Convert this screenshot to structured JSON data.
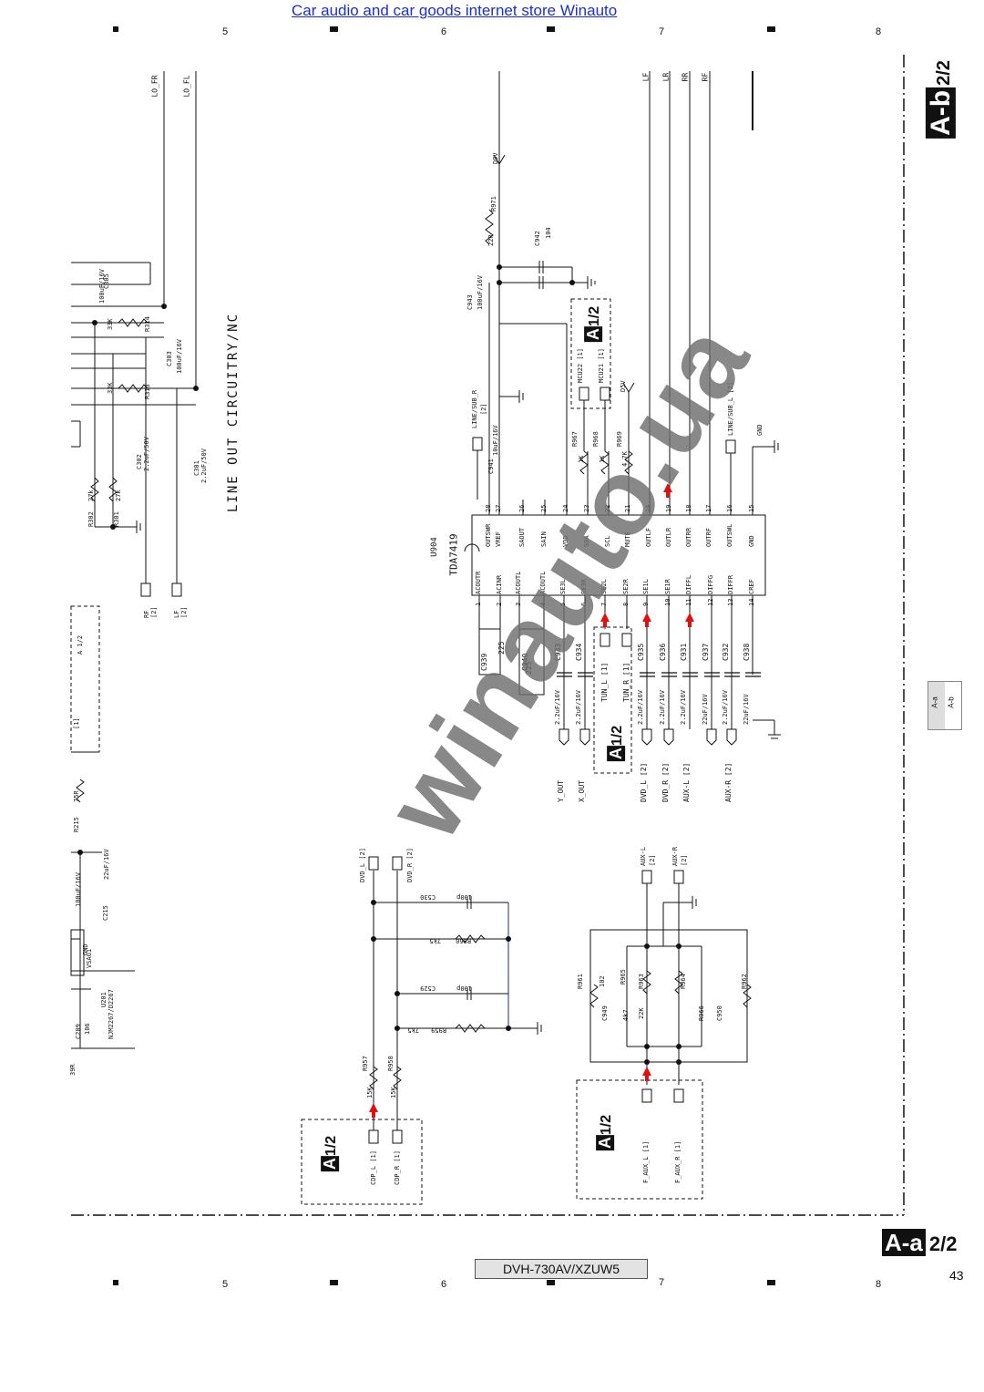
{
  "header": {
    "store_link": "Car audio and car goods internet store Winauto"
  },
  "column_numbers": [
    "5",
    "6",
    "7",
    "8"
  ],
  "footer": {
    "model": "DVH-730AV/XZUW5",
    "page_number": "43"
  },
  "section_labels": {
    "ab": "A-b",
    "ab_frac": "2/2",
    "aa": "A-a",
    "aa_frac": "2/2",
    "a12": "A",
    "a12_frac": "1/2",
    "small_a": "A-a",
    "small_b": "A-b"
  },
  "watermark": "winauto.ua",
  "schematic": {
    "title": "LINE OUT CIRCUITRY/NC",
    "ic": {
      "ref": "U904",
      "part": "TDA7419",
      "left_pins": [
        {
          "n": "1",
          "name": "ACOUTR"
        },
        {
          "n": "2",
          "name": "ACINR"
        },
        {
          "n": "3",
          "name": "ACOUTL"
        },
        {
          "n": "4",
          "name": "ACOUTL"
        },
        {
          "n": "5",
          "name": "SE3L"
        },
        {
          "n": "6",
          "name": "SE3R"
        },
        {
          "n": "7",
          "name": "SE2L"
        },
        {
          "n": "8",
          "name": "SE2R"
        },
        {
          "n": "9",
          "name": "SE1L"
        },
        {
          "n": "10",
          "name": "SE1R"
        },
        {
          "n": "11",
          "name": "DIFFL"
        },
        {
          "n": "12",
          "name": "DIFFG"
        },
        {
          "n": "13",
          "name": "DIFFR"
        },
        {
          "n": "14",
          "name": "CREF"
        }
      ],
      "right_pins": [
        {
          "n": "28",
          "name": "OUTSWR"
        },
        {
          "n": "27",
          "name": "VREF"
        },
        {
          "n": "26",
          "name": "SAOUT"
        },
        {
          "n": "25",
          "name": "SAIN"
        },
        {
          "n": "24",
          "name": "VDD"
        },
        {
          "n": "23",
          "name": "SDA"
        },
        {
          "n": "22",
          "name": "SCL"
        },
        {
          "n": "21",
          "name": "MUTE"
        },
        {
          "n": "20",
          "name": "OUTLF"
        },
        {
          "n": "19",
          "name": "OUTLR"
        },
        {
          "n": "18",
          "name": "OUTRR"
        },
        {
          "n": "17",
          "name": "OUTRF"
        },
        {
          "n": "16",
          "name": "OUTSWL"
        },
        {
          "n": "15",
          "name": "GND"
        }
      ]
    },
    "top_outputs": [
      "LF",
      "LR",
      "RR",
      "RF"
    ],
    "top_left_lines": [
      "LO_FR",
      "LO_FL"
    ],
    "top_parts": [
      "D9V",
      "R971",
      "22R",
      "C942",
      "104",
      "C943",
      "100uF/16V",
      "MCU22 [1]",
      "MCU21 [1]",
      "D5V",
      "LINE/SUB_R",
      "[2]",
      "C941",
      "10uF/16V",
      "R967",
      "1K",
      "R968",
      "1K",
      "R969",
      "4.7K",
      "LINE/SUB_L [2]",
      "GND"
    ],
    "left_block": [
      "C305",
      "100uF/16V",
      "R314",
      "33K",
      "R313",
      "33K",
      "C303",
      "100uF/16V",
      "C302",
      "2.2uF/50V",
      "C301",
      "2.2uF/50V",
      "R302",
      "27k",
      "R301",
      "27k",
      "RF",
      "[2]",
      "LF",
      "[2]",
      "A 1/2",
      "[1]"
    ],
    "input_caps": [
      {
        "ref": "C933",
        "val": "2.2uF/16V",
        "sig": "Y_OUT"
      },
      {
        "ref": "C934",
        "val": "2.2uF/16V",
        "sig": "X_OUT"
      },
      {
        "ref": "C935",
        "val": "2.2uF/16V",
        "sig": "DVD_L [2]"
      },
      {
        "ref": "C936",
        "val": "2.2uF/16V",
        "sig": "DVD_R [2]"
      },
      {
        "ref": "C931",
        "val": "2.2uF/16V",
        "sig": "AUX-L [2]"
      },
      {
        "ref": "C937",
        "val": "22uF/16V",
        "sig": ""
      },
      {
        "ref": "C932",
        "val": "2.2uF/16V",
        "sig": "AUX-R [2]"
      },
      {
        "ref": "C938",
        "val": "22uF/16V",
        "sig": ""
      }
    ],
    "mid_parts": [
      "C939",
      "225",
      "C940",
      "225",
      "TUN_L [1]",
      "TUN_R [1]"
    ],
    "lower_left": [
      "39R",
      "C209",
      "106",
      "U201",
      "NJM2267/D2267",
      "GND",
      "VSAG1",
      "C215",
      "100uF/16V",
      "22uF/16V",
      "R215",
      "75R"
    ],
    "cdp_block": [
      "CDP_L [1]",
      "CDP_R [1]",
      "R957",
      "15K",
      "R958",
      "15K",
      "DVD_L [2]",
      "DVD_R [2]",
      "C530",
      "100p",
      "C529",
      "100p",
      "R960",
      "7k5",
      "R959",
      "7k5"
    ],
    "aux_block": [
      "AUX-L",
      "[2]",
      "AUX-R",
      "[2]",
      "R961",
      "R962",
      "R965",
      "R963",
      "R964",
      "R966",
      "C949",
      "C950",
      "102",
      "4k7",
      "22K",
      "F_AUX_L [1]",
      "F_AUX_R [1]"
    ]
  }
}
